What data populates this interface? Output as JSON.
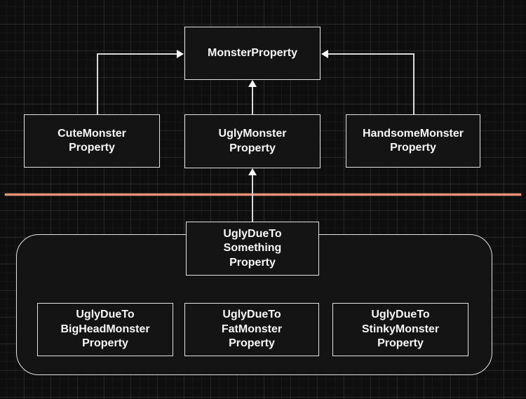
{
  "colors": {
    "background": "#0e0e0e",
    "node_fill": "#141414",
    "node_border": "#e3e3e3",
    "connector": "#d9d9d9",
    "arrowhead": "#ffffff",
    "divider": "#ea9277",
    "text": "#f7f7f7"
  },
  "diagram": {
    "nodes": {
      "monster_property": {
        "label": "MonsterProperty"
      },
      "cute_monster_property": {
        "label": "CuteMonster\nProperty"
      },
      "ugly_monster_property": {
        "label": "UglyMonster\nProperty"
      },
      "handsome_monster_property": {
        "label": "HandsomeMonster\nProperty"
      },
      "ugly_due_to_something_property": {
        "label": "UglyDueTo\nSomething\nProperty"
      },
      "ugly_due_to_bighead_monster_property": {
        "label": "UglyDueTo\nBigHeadMonster\nProperty"
      },
      "ugly_due_to_fat_monster_property": {
        "label": "UglyDueTo\nFatMonster\nProperty"
      },
      "ugly_due_to_stinky_monster_property": {
        "label": "UglyDueTo\nStinkyMonster\nProperty"
      }
    },
    "connectors": [
      {
        "from": "cute_monster_property",
        "to": "monster_property",
        "arrow": "right"
      },
      {
        "from": "handsome_monster_property",
        "to": "monster_property",
        "arrow": "left"
      },
      {
        "from": "ugly_monster_property",
        "to": "monster_property",
        "arrow": "up"
      },
      {
        "from": "ugly_due_to_something_property",
        "to": "ugly_monster_property",
        "arrow": "up"
      }
    ],
    "divider": {
      "type": "horizontal-separator-line"
    },
    "group_frame": {
      "type": "rounded-container"
    }
  }
}
